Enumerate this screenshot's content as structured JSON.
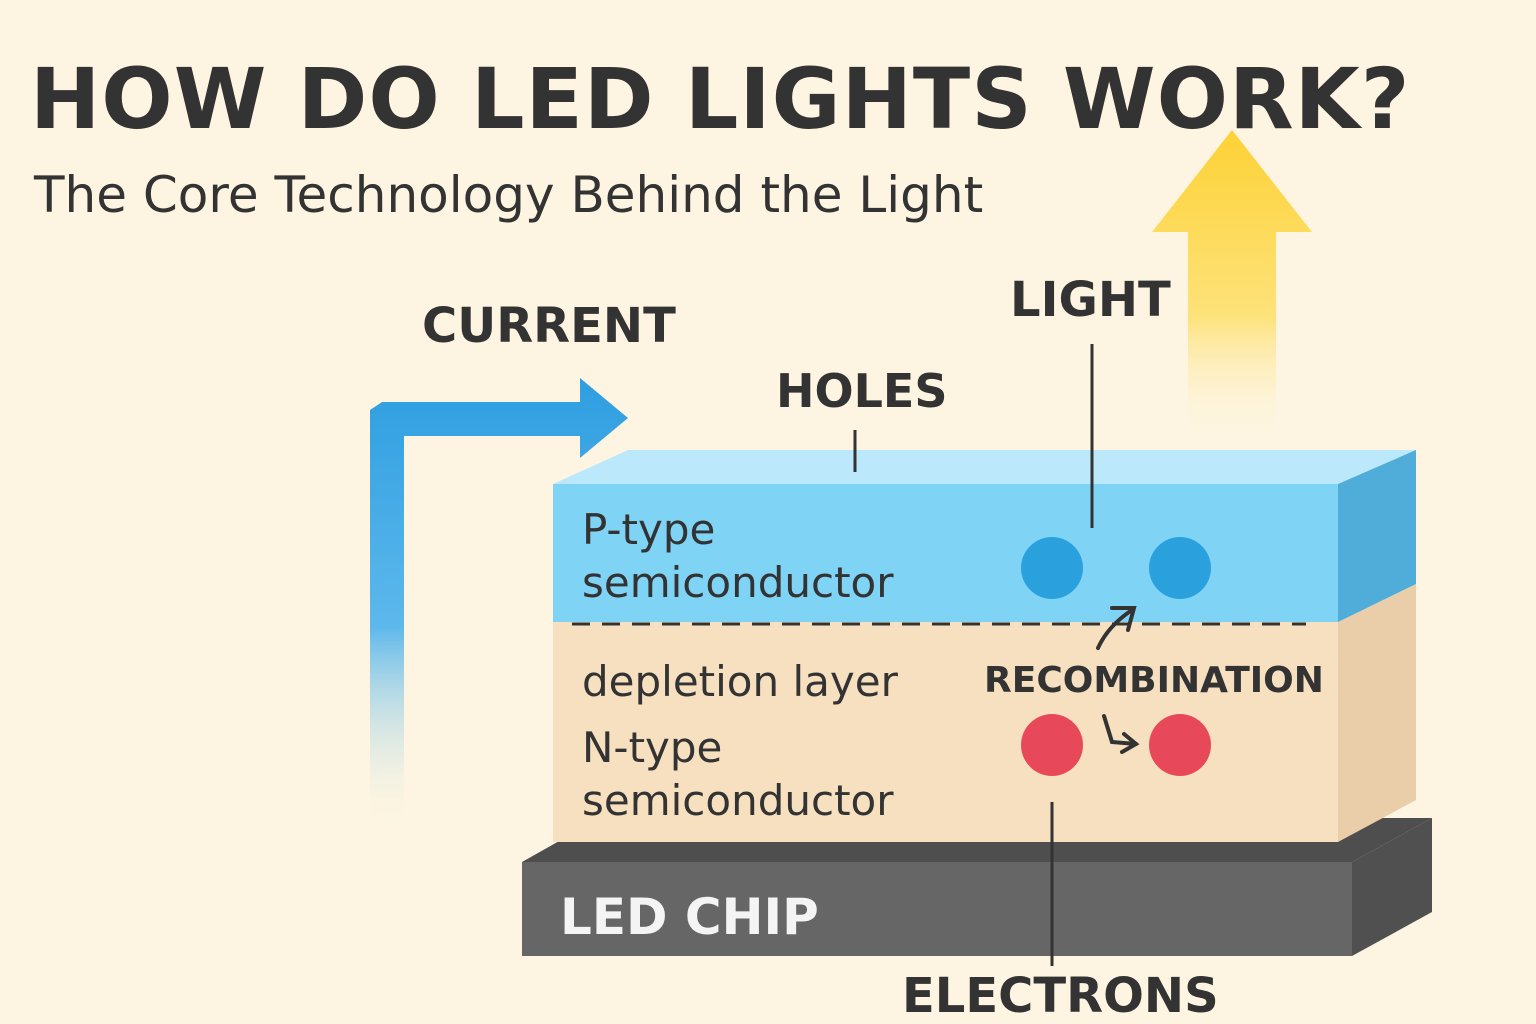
{
  "title": "HOW DO LED LIGHTS WORK?",
  "subtitle": "The Core Technology Behind the Light",
  "labels": {
    "current": "CURRENT",
    "light": "LIGHT",
    "holes": "HOLES",
    "recombination": "RECOMBINATION",
    "electrons": "ELECTRONS",
    "led_chip": "LED CHIP"
  },
  "layers": {
    "p_type_line1": "P-type",
    "p_type_line2": "semiconductor",
    "depletion": "depletion layer",
    "n_type_line1": "N-type",
    "n_type_line2": "semiconductor"
  },
  "colors": {
    "background": "#fdf5e1",
    "p_layer": "#7fd3f5",
    "n_layer": "#f6e0c0",
    "chip": "#666666",
    "hole_dot": "#2aa1dd",
    "electron_dot": "#e8495a",
    "current_arrow": "#2e9ee0",
    "light_arrow": "#fdd236"
  }
}
